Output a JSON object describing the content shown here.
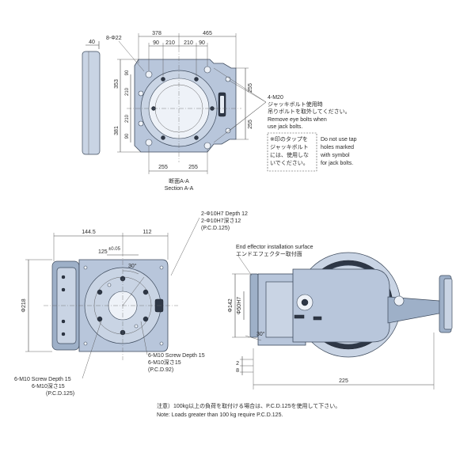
{
  "top_view": {
    "dims": {
      "d40": "40",
      "d8phi22": "8-Φ22",
      "d378": "378",
      "d465": "465",
      "d90a": "90",
      "d210a": "210",
      "d90b": "90",
      "d210b": "210",
      "d353": "353",
      "d381": "381",
      "v90a": "90",
      "v210a": "210",
      "v90b": "90",
      "v210b": "210",
      "v255a": "255",
      "v255b": "255",
      "h255a": "255",
      "h255b": "255"
    },
    "callouts": {
      "tap": "4-M20",
      "jp1": "ジャッキボルト使用時",
      "jp2": "吊りボルトを取外してください。",
      "en1": "Remove eye bolts when",
      "en2": "use jack bolts."
    },
    "note_box": {
      "jp": [
        "※印のタップを",
        "ジャッキボルト",
        "には、使用しな",
        "いでください。"
      ],
      "en": [
        "Do not use tap",
        "holes marked",
        "with symbol",
        "for jack bolts."
      ]
    },
    "section_jp": "断面A-A",
    "section_en": "Section A-A"
  },
  "front_view": {
    "dims": {
      "d144_5": "144.5",
      "d112": "112",
      "d125": "125",
      "tol": "±0.05",
      "d30": "30°",
      "d218": "Φ218"
    },
    "callouts": {
      "c1_en": "2-Φ10H7 Depth 12",
      "c1_jp": "2-Φ10H7深さ12",
      "c1_pcd": "(P.C.D.125)",
      "c2_en": "6-M10 Screw Depth 15",
      "c2_jp": "6-M10深さ15",
      "c2_pcd": "(P.C.D.92)",
      "c3_en": "6-M10 Screw Depth 15",
      "c3_jp": "6-M10深さ15",
      "c3_pcd": "(P.C.D.125)"
    }
  },
  "side_view": {
    "dims": {
      "d142": "Φ142",
      "d50": "Φ50H7",
      "d30": "30°",
      "d2": "2",
      "d8": "8",
      "d225": "225"
    },
    "callouts": {
      "en": "End effector installation surface",
      "jp": "エンドエフェクター取付面"
    }
  },
  "note": {
    "jp": "注意）100kg以上の負荷を取付ける場合は、P.C.D.125を使用して下さい。",
    "en": "Note: Loads greater than 100 kg require P.C.D.125."
  }
}
